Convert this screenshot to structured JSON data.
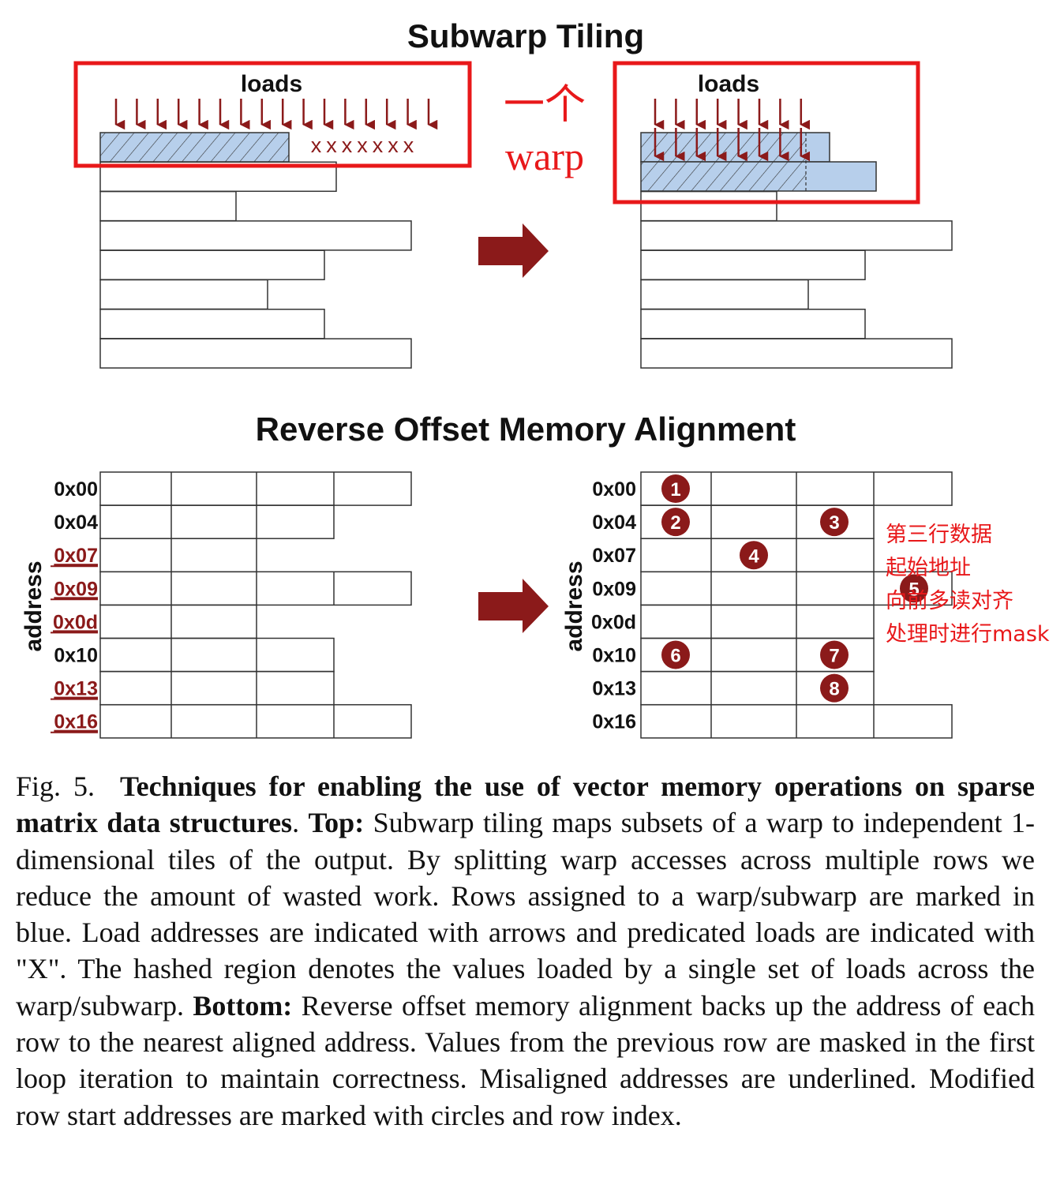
{
  "top": {
    "title": "Subwarp Tiling",
    "loads_label": "loads",
    "predicated_marks": "xxxxxxx",
    "annotation_cn": "一个",
    "annotation_en": "warp"
  },
  "bottom": {
    "title": "Reverse Offset Memory Alignment",
    "axis_label": "address",
    "addresses": [
      "0x00",
      "0x04",
      "0x07",
      "0x09",
      "0x0d",
      "0x10",
      "0x13",
      "0x16"
    ],
    "misaligned": [
      false,
      false,
      true,
      true,
      true,
      false,
      true,
      true
    ],
    "row_circles": [
      {
        "label": "1",
        "row": 0,
        "col": 0
      },
      {
        "label": "2",
        "row": 1,
        "col": 0
      },
      {
        "label": "3",
        "row": 1,
        "col": 2
      },
      {
        "label": "4",
        "row": 2,
        "col": 1
      },
      {
        "label": "5",
        "row": 3,
        "col": 3
      },
      {
        "label": "6",
        "row": 5,
        "col": 0
      },
      {
        "label": "7",
        "row": 5,
        "col": 2
      },
      {
        "label": "8",
        "row": 6,
        "col": 2
      }
    ],
    "note_lines": [
      "第三行数据",
      "起始地址",
      "向前多读对齐",
      "处理时进行mask"
    ]
  },
  "caption": {
    "fig_label": "Fig. 5.",
    "bold_title": "Techniques for enabling the use of vector memory operations on sparse matrix data structures",
    "after_title": ".",
    "top_label": "Top:",
    "top_text": "Subwarp tiling maps subsets of a warp to independent 1-dimensional tiles of the output. By splitting warp accesses across multiple rows we reduce the amount of wasted work. Rows assigned to a warp/subwarp are marked in blue. Load addresses are indicated with arrows and predicated loads are indicated with \"X\". The hashed region denotes the values loaded by a single set of loads across the warp/subwarp.",
    "bottom_label": "Bottom:",
    "bottom_text": "Reverse offset memory alignment backs up the address of each row to the nearest aligned address. Values from the previous row are masked in the first loop iteration to maintain correctness. Misaligned addresses are underlined. Modified row start addresses are marked with circles and row index."
  },
  "colors": {
    "arrow": "#8b1a1a",
    "highlight": "#e8181a",
    "row_fill": "#b7cfeb",
    "circle": "#8b1a1a"
  }
}
